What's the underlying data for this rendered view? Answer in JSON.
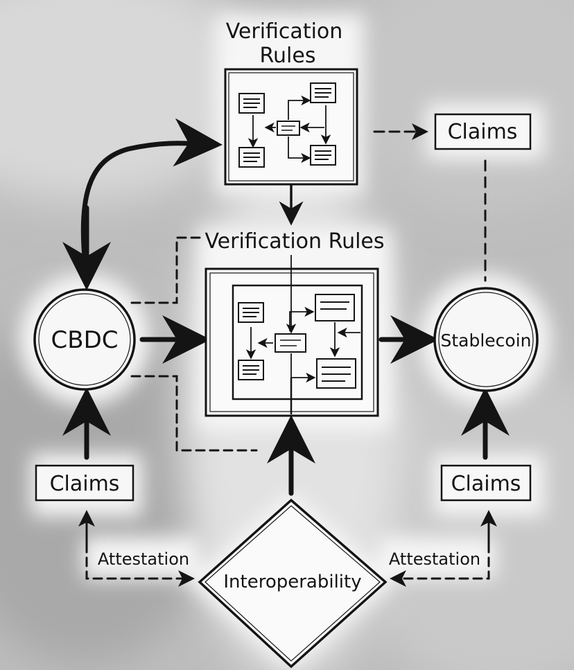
{
  "diagram": {
    "top_box_title": [
      "Verification",
      "Rules"
    ],
    "center_box_title": "Verification Rules",
    "claims_top_right": "Claims",
    "claims_left": "Claims",
    "claims_right": "Claims",
    "cbdc": "CBDC",
    "stablecoin": "Stablecoin",
    "interoperability": "Interoperability",
    "attestation_left": "Attestation",
    "attestation_right": "Attestation"
  },
  "colors": {
    "ink": "#141414",
    "paper": "#f5f5f5",
    "background": "#b9b9b9"
  }
}
